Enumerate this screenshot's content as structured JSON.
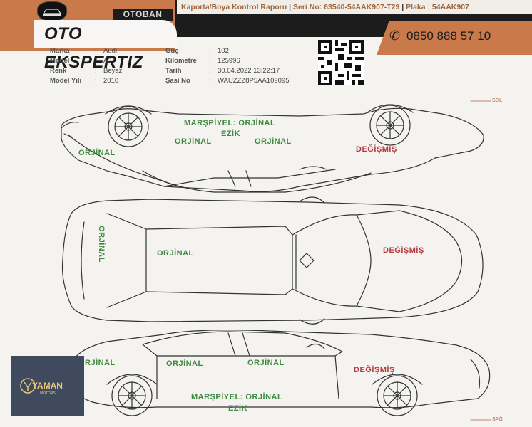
{
  "header": {
    "top_bar": {
      "report_title": "Kaporta/Boya Kontrol Raporu",
      "serial": "Seri No: 63540-54AAK907-T29",
      "plate": "Plaka : 54AAK907"
    },
    "brand_tag": "OTOBAN",
    "title": "OTO EKSPERTIZ",
    "phone": "0850 888 57 10"
  },
  "vehicle": {
    "marka_label": "Marka",
    "marka": "Audi",
    "model_label": "Model",
    "model": "A3",
    "renk_label": "Renk",
    "renk": "Beyaz",
    "model_yili_label": "Model Yılı",
    "model_yili": "2010",
    "guc_label": "Güç",
    "guc": "102",
    "km_label": "Kilometre",
    "km": "125996",
    "tarih_label": "Tarih",
    "tarih": "30.04.2022 13:22:17",
    "sasi_label": "Şasi No",
    "sasi": "WAUZZZ8P5AA109095",
    "colon": ":"
  },
  "side_labels": {
    "left": "SOL",
    "right": "SAĞ"
  },
  "status": {
    "top_marspiyel": "MARŞPİYEL: ORJİNAL",
    "top_ezik": "EZİK",
    "top_front": "ORJİNAL",
    "top_front_door": "ORJİNAL",
    "top_rear_door": "ORJİNAL",
    "top_rear": "DEĞİŞMİŞ",
    "roof_front": "ORJİNAL",
    "roof_mid": "ORJİNAL",
    "roof_rear": "DEĞİŞMİŞ",
    "bottom_front": "ORJİNAL",
    "bottom_front_door": "ORJİNAL",
    "bottom_rear_door": "ORJİNAL",
    "bottom_rear": "DEĞİŞMİŞ",
    "bottom_marspiyel": "MARŞPİYEL: ORJİNAL",
    "bottom_ezik": "EZİK"
  },
  "watermark": {
    "name": "YAMAN",
    "sub": "MOTORS"
  },
  "colors": {
    "orange": "#c9794a",
    "dark": "#1c1c1c",
    "green": "#3e8a3f",
    "red": "#b53a3f"
  }
}
